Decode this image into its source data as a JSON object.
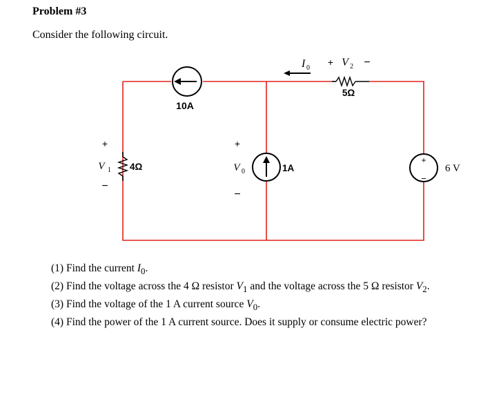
{
  "problem": {
    "title": "Problem #3",
    "intro": "Consider the following circuit."
  },
  "circuit": {
    "wire_color": "#e0201b",
    "current_source_10a": "10A",
    "current_source_1a": "1A",
    "resistor_4": "4Ω",
    "resistor_5": "5Ω",
    "voltage_source": "6 V",
    "v1_symbol": "V",
    "v1_sub": "1",
    "v0_symbol": "V",
    "v0_sub": "0",
    "i0_symbol": "I",
    "i0_sub": "0",
    "v2_plus": "+",
    "v2_symbol": "V",
    "v2_sub": "2",
    "v2_minus": "−",
    "plus": "+",
    "minus": "−"
  },
  "questions": [
    {
      "num": "(1)",
      "text": "Find the current",
      "sym": "I",
      "sub": "0",
      "end": "."
    },
    {
      "num": "(2)",
      "text": "Find the voltage across the 4 Ω resistor",
      "sym": "V",
      "sub": "1",
      "mid": "and the voltage across the 5 Ω resistor",
      "sym2": "V",
      "sub2": "2",
      "end": "."
    },
    {
      "num": "(3)",
      "text": "Find the voltage of the 1 A current source",
      "sym": "V",
      "sub": "0",
      "end": "."
    },
    {
      "num": "(4)",
      "text": "Find the power of the 1 A current source. Does it supply or consume electric power?"
    }
  ]
}
